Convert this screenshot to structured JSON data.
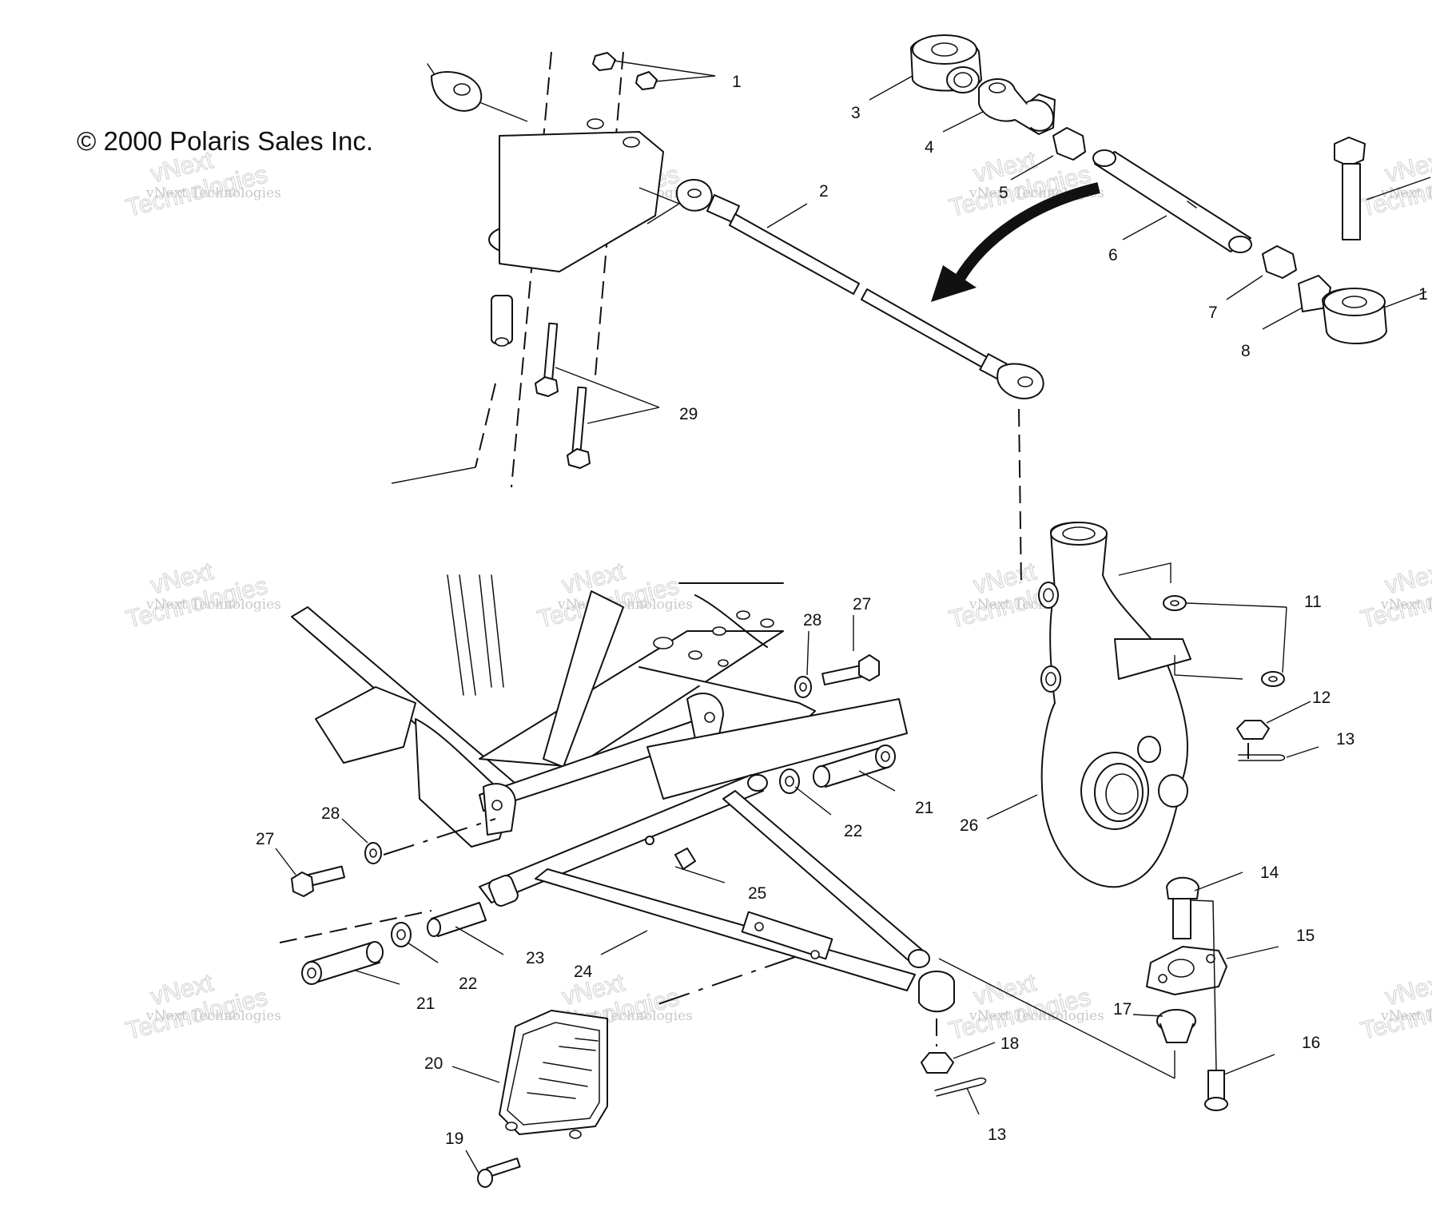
{
  "copyright": "© 2000 Polaris Sales Inc.",
  "watermark": {
    "small": "vNext Technologies",
    "big_line1": "vNext",
    "big_line2": "Technologies"
  },
  "callouts": [
    {
      "id": "c1",
      "label": "1"
    },
    {
      "id": "c2",
      "label": "2"
    },
    {
      "id": "c3",
      "label": "3"
    },
    {
      "id": "c4",
      "label": "4"
    },
    {
      "id": "c5",
      "label": "5"
    },
    {
      "id": "c6",
      "label": "6"
    },
    {
      "id": "c7",
      "label": "7"
    },
    {
      "id": "c8",
      "label": "8"
    },
    {
      "id": "c1b",
      "label": "1"
    },
    {
      "id": "c29",
      "label": "29"
    },
    {
      "id": "c11",
      "label": "11"
    },
    {
      "id": "c12",
      "label": "12"
    },
    {
      "id": "c13a",
      "label": "13"
    },
    {
      "id": "c27a",
      "label": "27"
    },
    {
      "id": "c28a",
      "label": "28"
    },
    {
      "id": "c21a",
      "label": "21"
    },
    {
      "id": "c22a",
      "label": "22"
    },
    {
      "id": "c26",
      "label": "26"
    },
    {
      "id": "c28b",
      "label": "28"
    },
    {
      "id": "c27b",
      "label": "27"
    },
    {
      "id": "c25",
      "label": "25"
    },
    {
      "id": "c14",
      "label": "14"
    },
    {
      "id": "c15",
      "label": "15"
    },
    {
      "id": "c23",
      "label": "23"
    },
    {
      "id": "c24",
      "label": "24"
    },
    {
      "id": "c22b",
      "label": "22"
    },
    {
      "id": "c21b",
      "label": "21"
    },
    {
      "id": "c17",
      "label": "17"
    },
    {
      "id": "c18",
      "label": "18"
    },
    {
      "id": "c16",
      "label": "16"
    },
    {
      "id": "c20",
      "label": "20"
    },
    {
      "id": "c13b",
      "label": "13"
    },
    {
      "id": "c19",
      "label": "19"
    }
  ]
}
